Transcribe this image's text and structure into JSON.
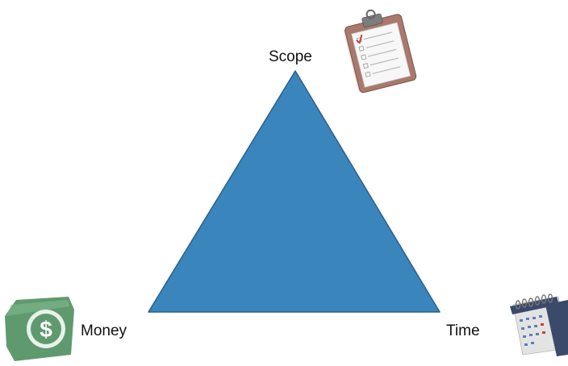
{
  "diagram": {
    "vertices": {
      "top": {
        "label": "Scope",
        "icon": "clipboard-checklist-icon"
      },
      "bottom_left": {
        "label": "Money",
        "icon": "money-dollar-icon"
      },
      "bottom_right": {
        "label": "Time",
        "icon": "calendar-icon"
      }
    },
    "colors": {
      "triangle_fill": "#3a86bc",
      "triangle_stroke": "#2a5f8c",
      "money_icon": "#5f9a6f",
      "clipboard_board": "#a8796c",
      "calendar_binding": "#3b4a6b"
    }
  }
}
